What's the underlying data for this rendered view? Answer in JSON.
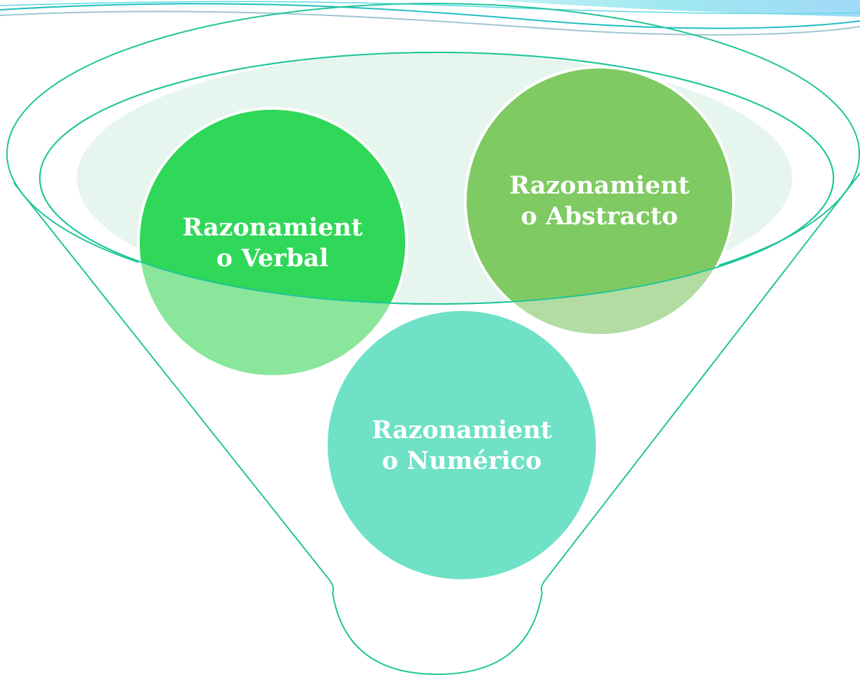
{
  "diagram": {
    "circles": [
      {
        "id": "verbal",
        "label": "Razonamient\no Verbal",
        "color": "#2fd859"
      },
      {
        "id": "abstracto",
        "label": "Razonamient\no Abstracto",
        "color": "#7fca62"
      },
      {
        "id": "numerico",
        "label": "Razonamient\no Numérico",
        "color": "#6fe1c6"
      }
    ],
    "funnel_color": "#1fc59a",
    "top_wave_colors": [
      "#1fbec4",
      "#8fd6f2",
      "#5fe1e8"
    ]
  }
}
